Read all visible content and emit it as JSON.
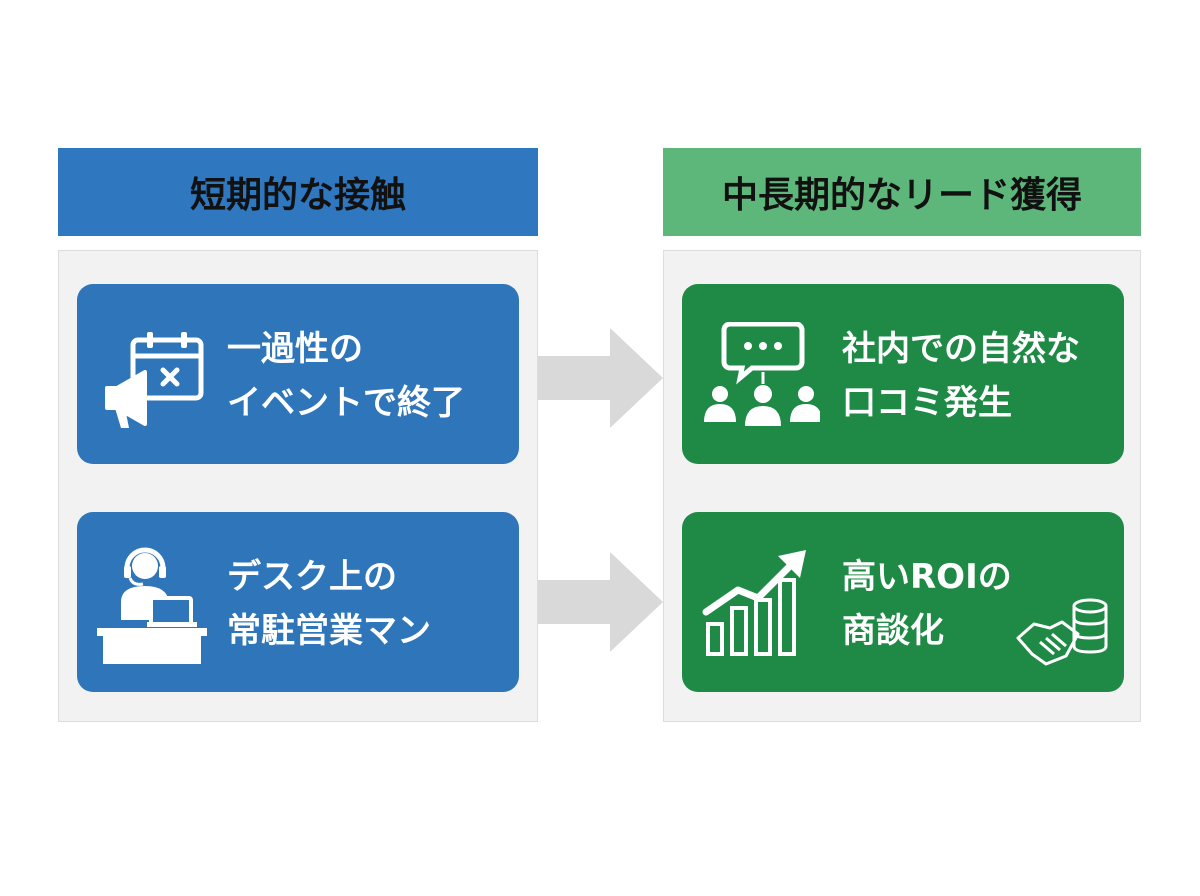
{
  "left_column": {
    "header": "短期的な接触",
    "color": "#2f77be",
    "cards": [
      {
        "line1": "一過性の",
        "line2": "イベントで終了",
        "icon": "megaphone-calendar-icon"
      },
      {
        "line1": "デスク上の",
        "line2": "常駐営業マン",
        "icon": "desk-operator-icon"
      }
    ]
  },
  "right_column": {
    "header": "中長期的なリード獲得",
    "color": "#5eb77a",
    "cards": [
      {
        "line1": "社内での自然な",
        "line2": "口コミ発生",
        "icon": "word-of-mouth-people-icon"
      },
      {
        "line1": "高いROIの",
        "line2": "商談化",
        "icon": "growth-chart-handshake-icon"
      }
    ]
  },
  "arrow_color": "#d9d9d9"
}
